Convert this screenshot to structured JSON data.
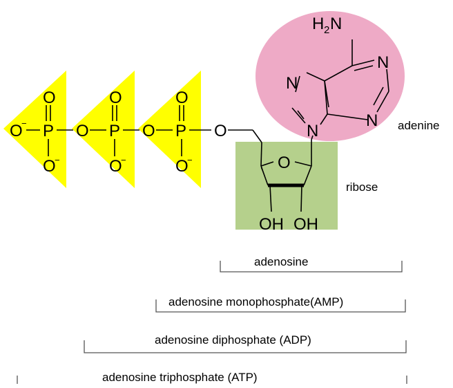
{
  "colors": {
    "phosphate": "#ffff00",
    "adenine": "#eeaac6",
    "ribose": "#b5d08c"
  },
  "atoms": {
    "oxygen": "O",
    "phosphorus": "P",
    "nitrogen": "N",
    "negative_charge": "−",
    "amine_h": "H",
    "amine_sub": "2",
    "amine_n": "N",
    "hydroxyl_1": "OH",
    "hydroxyl_2": "OH"
  },
  "labels": {
    "adenine": "adenine",
    "ribose": "ribose"
  },
  "brackets": {
    "adenosine": "adenosine",
    "amp": "adenosine monophosphate(AMP)",
    "adp": "adenosine diphosphate (ADP)",
    "atp": "adenosine triphosphate (ATP)"
  }
}
